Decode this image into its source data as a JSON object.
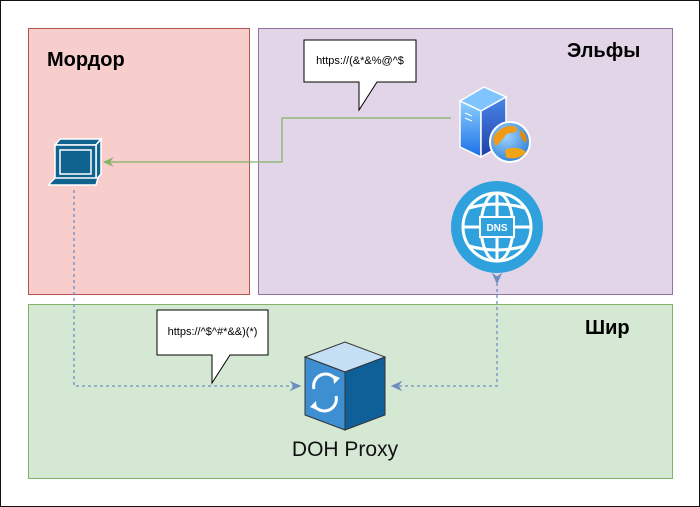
{
  "diagram": {
    "zones": {
      "mordor": {
        "title": "Мордор",
        "fill": "#f8cecc",
        "stroke": "#b85450"
      },
      "elves": {
        "title": "Эльфы",
        "fill": "#e1d5e7",
        "stroke": "#9673a6"
      },
      "shire": {
        "title": "Шир",
        "fill": "#d5e8d4",
        "stroke": "#82b366"
      }
    },
    "nodes": {
      "client": {
        "icon": "computer-icon"
      },
      "web_server": {
        "icon": "web-server-icon"
      },
      "dns_server": {
        "icon": "dns-globe-icon",
        "label": "DNS"
      },
      "doh_proxy": {
        "icon": "proxy-cube-icon",
        "label": "DOH Proxy"
      }
    },
    "callouts": {
      "elves_request": "https://(&*&%@^$",
      "shire_request": "https://^$^#*&&)(*)"
    },
    "edges": [
      {
        "from": "web_server",
        "to": "client",
        "style": "solid",
        "color": "#82b366"
      },
      {
        "from": "client",
        "to": "doh_proxy",
        "style": "dotted",
        "color": "#6c8ebf"
      },
      {
        "from": "dns_server",
        "to": "doh_proxy",
        "style": "dotted-bidirectional",
        "color": "#6c8ebf"
      }
    ]
  }
}
